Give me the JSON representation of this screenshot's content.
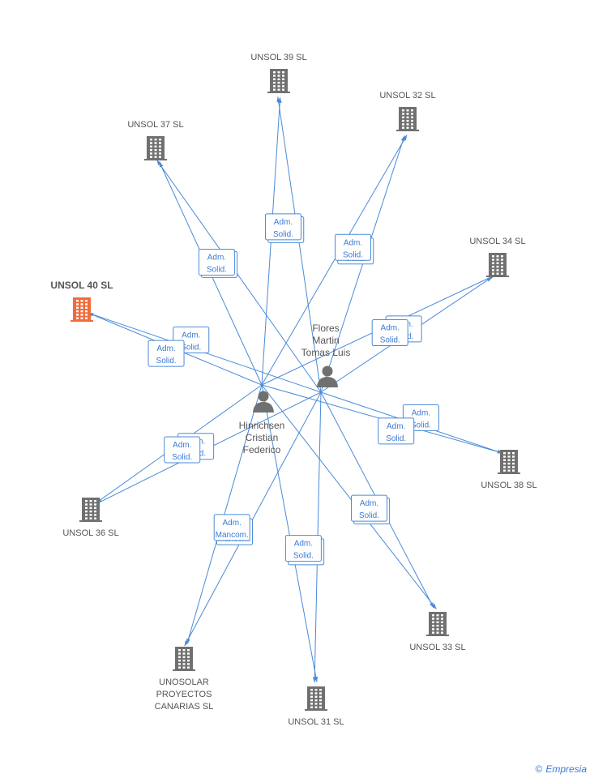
{
  "companies": [
    {
      "id": "c39",
      "name": [
        "UNSOL 39 SL"
      ],
      "highlight": false,
      "icon": "building-icon"
    },
    {
      "id": "c32",
      "name": [
        "UNSOL 32 SL"
      ],
      "highlight": false,
      "icon": "building-icon"
    },
    {
      "id": "c37",
      "name": [
        "UNSOL 37 SL"
      ],
      "highlight": false,
      "icon": "building-icon"
    },
    {
      "id": "c34",
      "name": [
        "UNSOL 34 SL"
      ],
      "highlight": false,
      "icon": "building-icon"
    },
    {
      "id": "c40",
      "name": [
        "UNSOL 40 SL"
      ],
      "highlight": true,
      "icon": "building-icon"
    },
    {
      "id": "c38",
      "name": [
        "UNSOL 38 SL"
      ],
      "highlight": false,
      "icon": "building-icon"
    },
    {
      "id": "c36",
      "name": [
        "UNSOL 36 SL"
      ],
      "highlight": false,
      "icon": "building-icon"
    },
    {
      "id": "c33",
      "name": [
        "UNSOL 33 SL"
      ],
      "highlight": false,
      "icon": "building-icon"
    },
    {
      "id": "cun",
      "name": [
        "UNOSOLAR",
        "PROYECTOS",
        "CANARIAS SL"
      ],
      "highlight": false,
      "icon": "building-icon"
    },
    {
      "id": "c31",
      "name": [
        "UNSOL 31 SL"
      ],
      "highlight": false,
      "icon": "building-icon"
    }
  ],
  "persons": [
    {
      "id": "pf",
      "name": [
        "Flores",
        "Martin",
        "Tomas Luis"
      ],
      "icon": "person-icon"
    },
    {
      "id": "ph",
      "name": [
        "Hinrichsen",
        "Cristian",
        "Federico"
      ],
      "icon": "person-icon"
    }
  ],
  "relations": [
    {
      "from": "pf",
      "to": "c39",
      "role": [
        "Adm.",
        "Solid."
      ]
    },
    {
      "from": "ph",
      "to": "c39",
      "role": [
        "Adm.",
        "Solid."
      ]
    },
    {
      "from": "pf",
      "to": "c32",
      "role": [
        "Adm.",
        "Solid."
      ]
    },
    {
      "from": "ph",
      "to": "c32",
      "role": [
        "Adm.",
        "Solid."
      ]
    },
    {
      "from": "pf",
      "to": "c37",
      "role": [
        "Adm.",
        "Solid."
      ]
    },
    {
      "from": "ph",
      "to": "c37",
      "role": [
        "Adm.",
        "Solid."
      ]
    },
    {
      "from": "pf",
      "to": "c34",
      "role": [
        "Adm.",
        "Solid."
      ]
    },
    {
      "from": "ph",
      "to": "c34",
      "role": [
        "Adm.",
        "Solid."
      ]
    },
    {
      "from": "pf",
      "to": "c40",
      "role": [
        "Adm.",
        "Solid."
      ]
    },
    {
      "from": "ph",
      "to": "c40",
      "role": [
        "Adm.",
        "Solid."
      ]
    },
    {
      "from": "pf",
      "to": "c38",
      "role": [
        "Adm.",
        "Solid."
      ]
    },
    {
      "from": "ph",
      "to": "c38",
      "role": [
        "Adm.",
        "Solid."
      ]
    },
    {
      "from": "pf",
      "to": "c36",
      "role": [
        "Adm.",
        "Solid."
      ]
    },
    {
      "from": "ph",
      "to": "c36",
      "role": [
        "Adm.",
        "Solid."
      ]
    },
    {
      "from": "pf",
      "to": "c33",
      "role": [
        "Adm.",
        "Solid."
      ]
    },
    {
      "from": "ph",
      "to": "c33",
      "role": [
        "Adm.",
        "Solid."
      ]
    },
    {
      "from": "pf",
      "to": "c31",
      "role": [
        "Adm.",
        "Solid."
      ]
    },
    {
      "from": "ph",
      "to": "c31",
      "role": [
        "Adm.",
        "Solid."
      ]
    },
    {
      "from": "pf",
      "to": "cun",
      "role": [
        "Adm.",
        "Mancom."
      ]
    },
    {
      "from": "ph",
      "to": "cun",
      "role": [
        "Adm.",
        "Mancom."
      ]
    }
  ],
  "colors": {
    "edge": "#4a8ad8",
    "node": "#707070",
    "highlight": "#f26b3a"
  },
  "brand": {
    "copyright": "©",
    "name": "Empresia"
  }
}
